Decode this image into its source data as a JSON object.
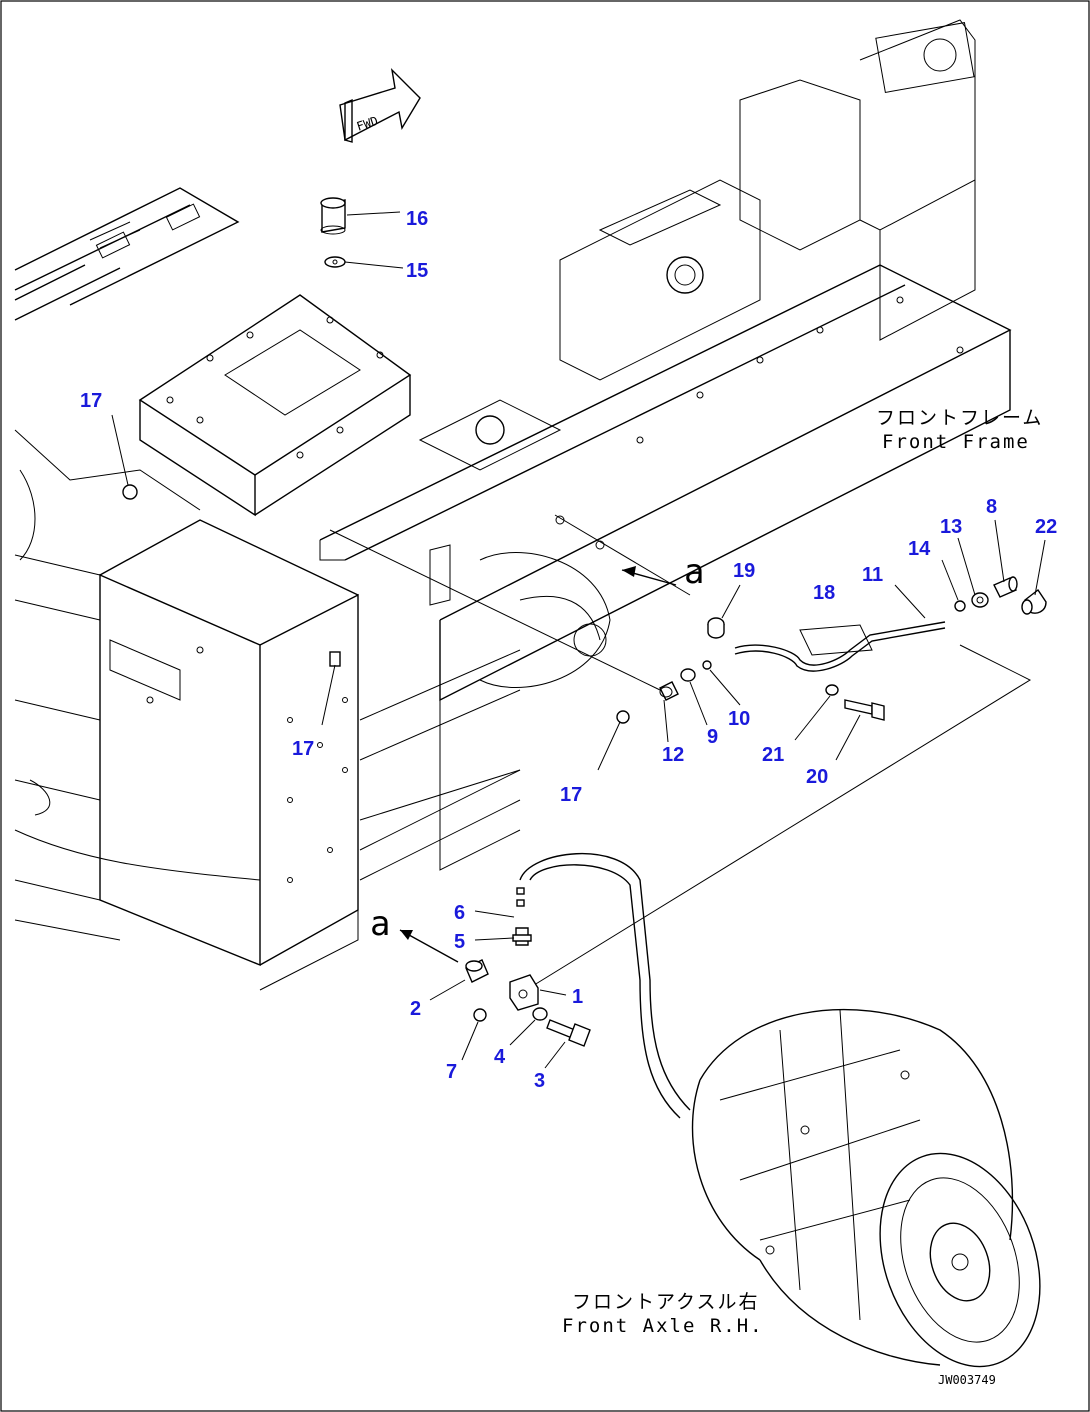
{
  "fwd_arrow": {
    "text": "FWD"
  },
  "section_marks": [
    {
      "id": "a-upper",
      "text": "a"
    },
    {
      "id": "a-lower",
      "text": "a"
    }
  ],
  "captions": {
    "front_frame_jp": "フロントフレーム",
    "front_frame_en": "Front Frame",
    "front_axle_jp": "フロントアクスル右",
    "front_axle_en": "Front Axle R.H."
  },
  "drawing_code": "JW003749",
  "callouts": {
    "c16": "16",
    "c15": "15",
    "c17a": "17",
    "c17b": "17",
    "c17c": "17",
    "c19": "19",
    "c18": "18",
    "c11": "11",
    "c14": "14",
    "c13": "13",
    "c8": "8",
    "c22": "22",
    "c12": "12",
    "c9": "9",
    "c10": "10",
    "c21": "21",
    "c20": "20",
    "c6": "6",
    "c5": "5",
    "c1": "1",
    "c2": "2",
    "c4": "4",
    "c7": "7",
    "c3": "3"
  },
  "colors": {
    "callout": "#1a1adb",
    "linework": "#000000",
    "background": "#ffffff"
  }
}
